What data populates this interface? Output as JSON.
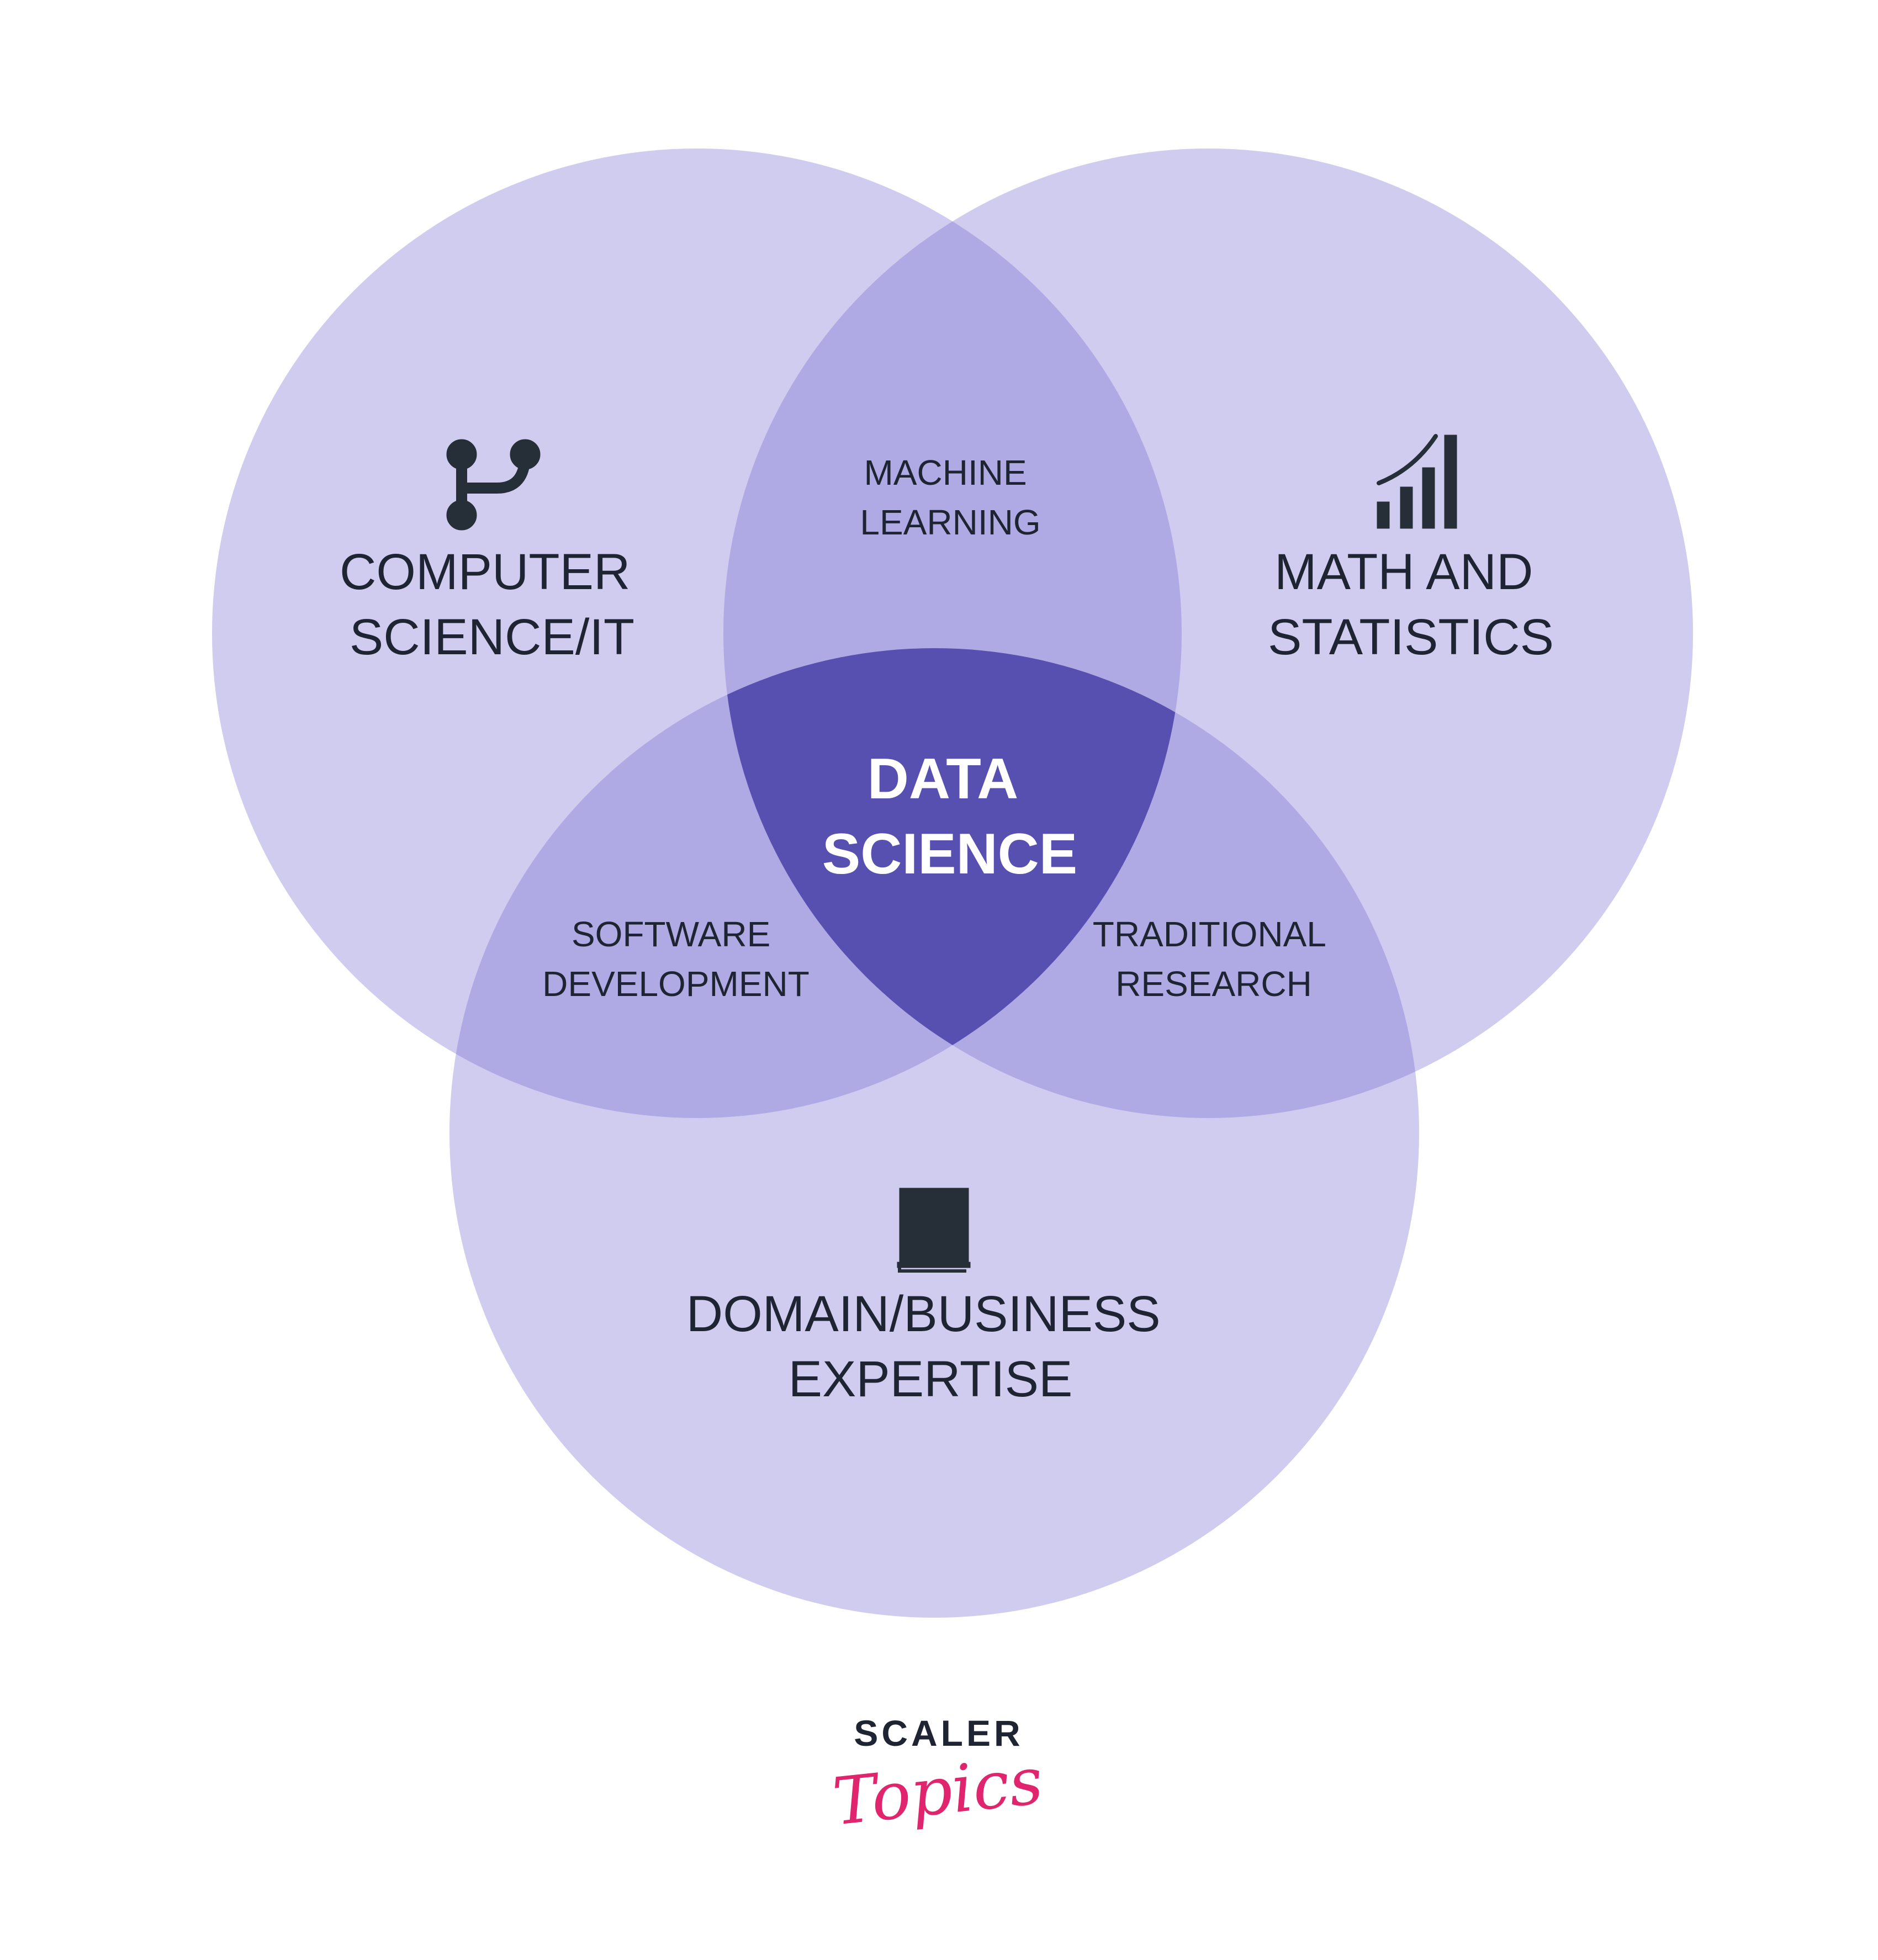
{
  "colors": {
    "circle_fill": "#D0CCEF",
    "pair_overlap_fill": "#AFAAE3",
    "center_fill": "#5850B1",
    "label_dark": "#1F2433",
    "label_light": "#FFFFFF",
    "icon_dark": "#262F37",
    "logo_scaler": "#1F2433",
    "logo_topics": "#E0246D"
  },
  "sets": {
    "computer_science": {
      "label_lines": [
        "COMPUTER",
        "SCIENCE/IT"
      ],
      "icon": "branch-icon"
    },
    "math_statistics": {
      "label_lines": [
        "MATH AND",
        "STATISTICS"
      ],
      "icon": "bar-chart-icon"
    },
    "domain_expertise": {
      "label_lines": [
        "DOMAIN/BUSINESS",
        "EXPERTISE"
      ],
      "icon": "book-icon"
    }
  },
  "intersections": {
    "machine_learning": {
      "label_lines": [
        "MACHINE",
        "LEARNING"
      ]
    },
    "software_development": {
      "label_lines": [
        "SOFTWARE",
        "DEVELOPMENT"
      ]
    },
    "traditional_research": {
      "label_lines": [
        "TRADITIONAL",
        "RESEARCH"
      ]
    },
    "data_science": {
      "label_lines": [
        "DATA",
        "SCIENCE"
      ]
    }
  },
  "logo": {
    "line1": "SCALER",
    "line2": "Topics"
  }
}
